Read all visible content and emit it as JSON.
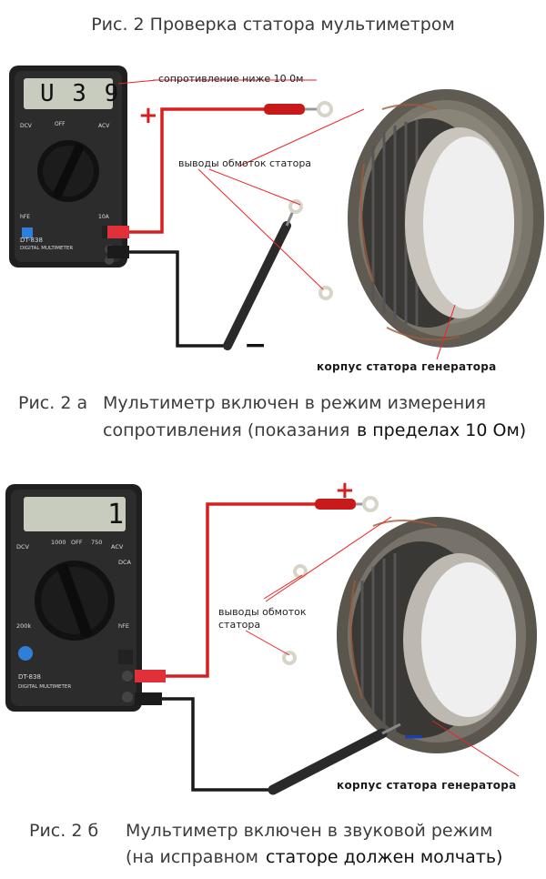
{
  "title": "Рис. 2 Проверка статора мультиметром",
  "figure_a": {
    "display_reading": "U 3 9",
    "model": "DT-838",
    "brand": "DIGITAL MULTIMETER",
    "plus_sign": "+",
    "minus_sign": "−",
    "label_resistance": "сопротивление ниже 10 0м",
    "label_leads": "выводы обмоток статора",
    "label_housing": "корпус статора генератора",
    "caption_prefix": "Рис. 2 а",
    "caption_line1": "Мультиметр включен в режим измерения",
    "caption_line2_start": "сопротивления (показания",
    "caption_line2_end": "в пределах 10 Ом)"
  },
  "figure_b": {
    "display_reading": "1",
    "model": "DT-838",
    "brand": "DIGITAL MULTIMETER",
    "plus_sign": "+",
    "minus_sign": "−",
    "label_leads_line1": "выводы обмоток",
    "label_leads_line2": "статора",
    "label_housing": "корпус статора генератора",
    "caption_prefix": "Рис. 2 б",
    "caption_line1": "Мультиметр включен в звуковой режим",
    "caption_line2_start": "(на исправном",
    "caption_line2_end": "статоре должен молчать)"
  },
  "colors": {
    "red_wire": "#d81e1e",
    "black_wire": "#1a1a1a",
    "minus_blue": "#1a3fae"
  }
}
